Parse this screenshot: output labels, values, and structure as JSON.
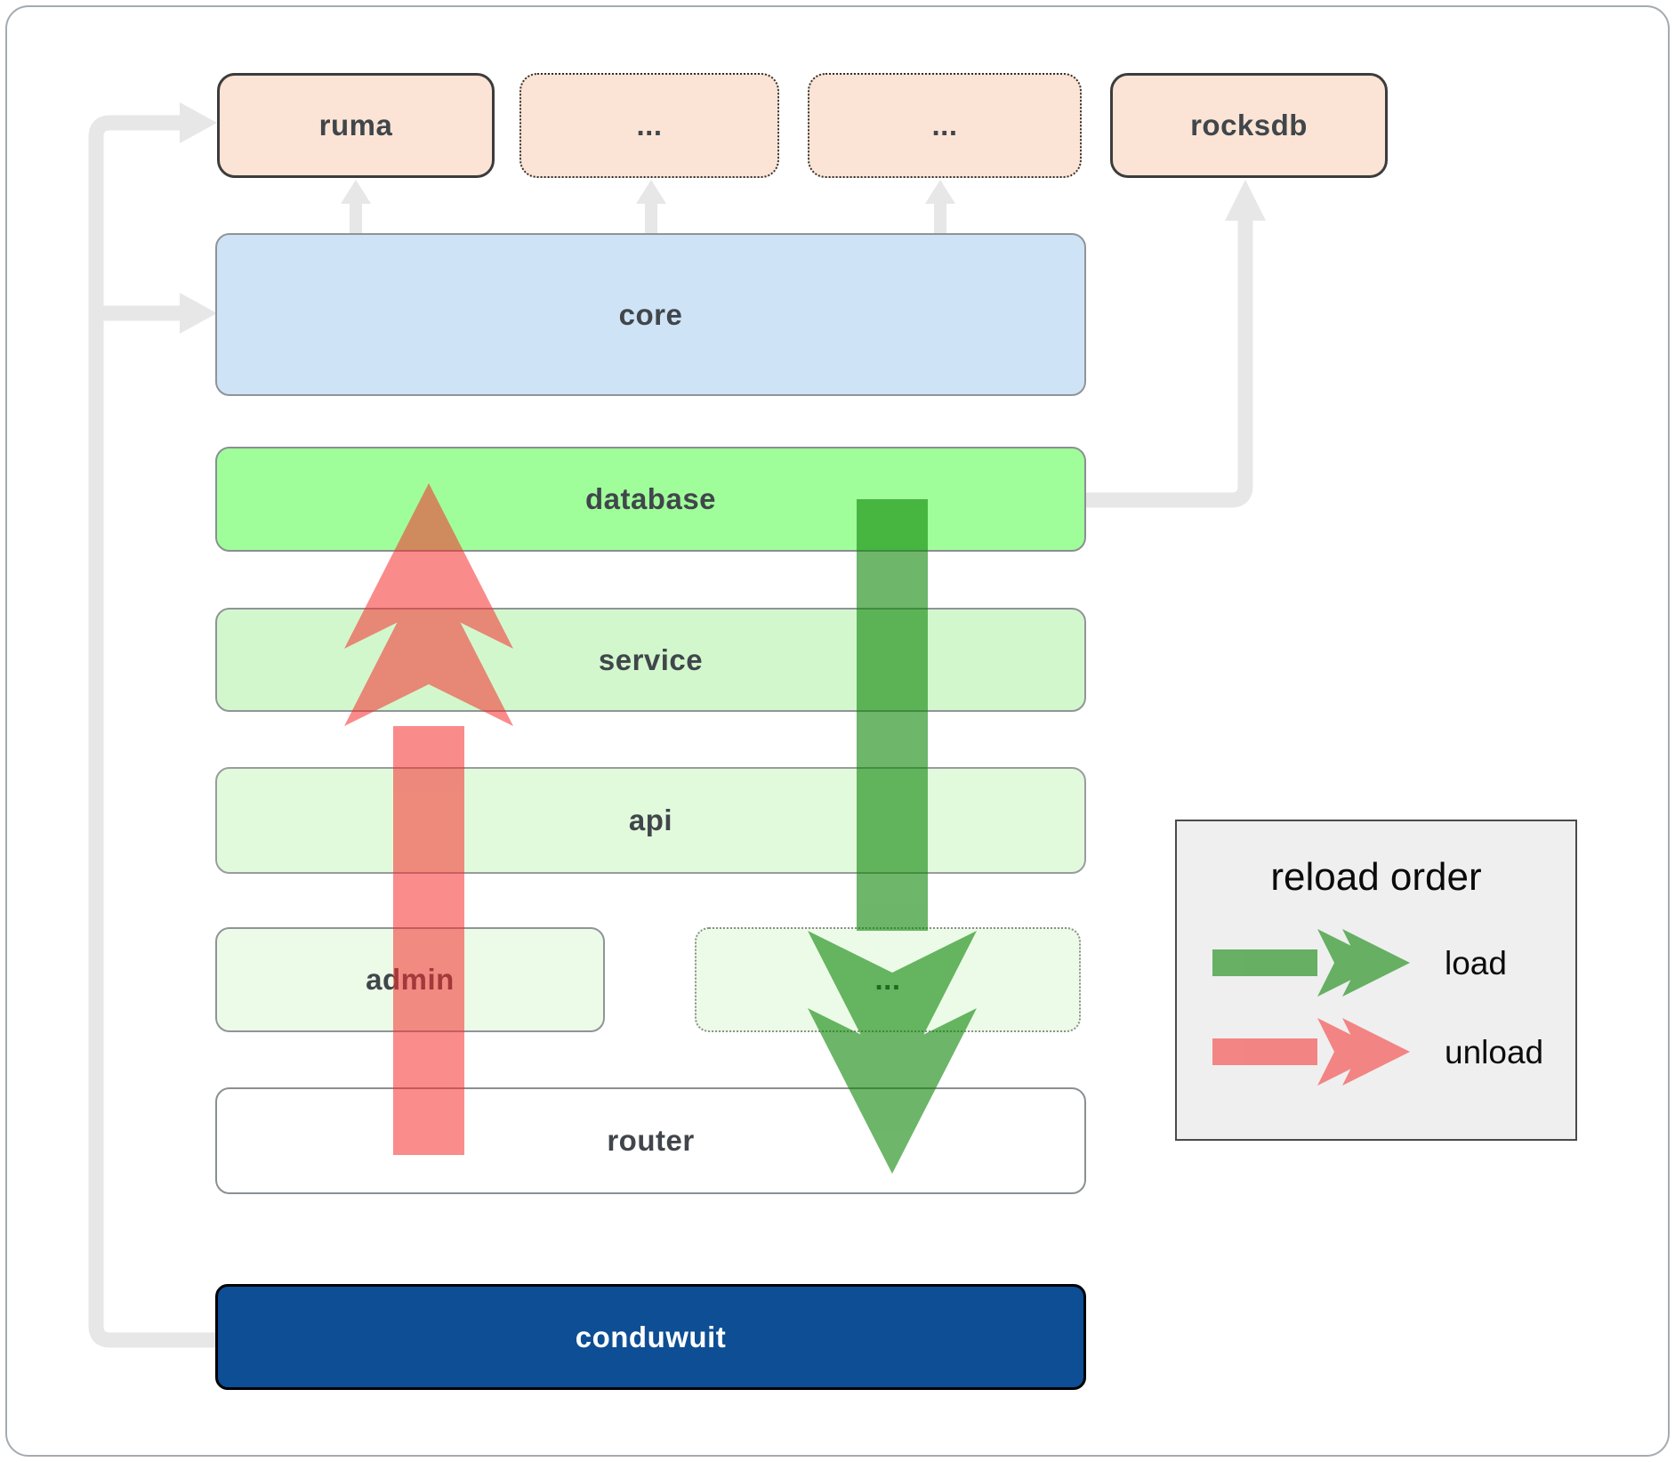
{
  "diagram": {
    "nodes": {
      "ruma": "ruma",
      "ellipsis_top_1": "...",
      "ellipsis_top_2": "...",
      "rocksdb": "rocksdb",
      "core": "core",
      "database": "database",
      "service": "service",
      "api": "api",
      "admin": "admin",
      "ellipsis_admin": "...",
      "router": "router",
      "conduwuit": "conduwuit"
    },
    "legend": {
      "title": "reload order",
      "items": [
        {
          "label": "load",
          "color": "#0c8507"
        },
        {
          "label": "unload",
          "color": "#f62e2e"
        }
      ]
    },
    "colors": {
      "load_arrow": "#0c8507",
      "unload_arrow": "#f62e2e",
      "connector": "#e7e7e7",
      "node_top_fill": "#fbe4d5",
      "node_core_fill": "#cfe3f6",
      "node_database_fill": "#a0fe9a",
      "node_service_fill": "#d3f7cd",
      "node_api_fill": "#e2fadc",
      "node_admin_fill": "#ecfbe7",
      "node_router_fill": "#ffffff",
      "node_conduwuit_fill": "#0d4e95"
    }
  }
}
